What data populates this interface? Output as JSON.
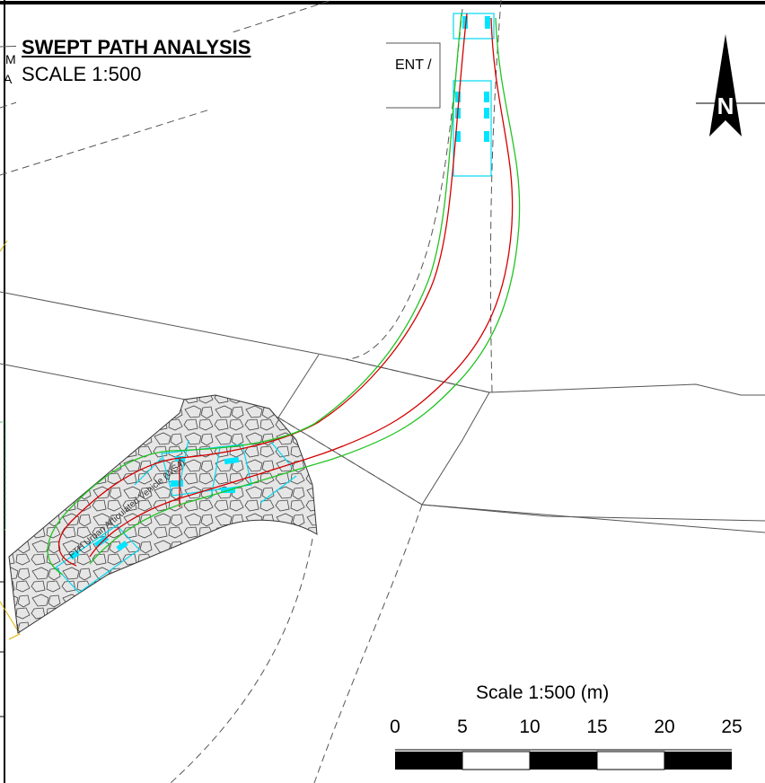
{
  "title": {
    "main": "SWEPT PATH ANALYSIS",
    "scale": "SCALE 1:500"
  },
  "edge_fragments": {
    "right_box": "ENT /",
    "left_top": "M",
    "left_bottom": "A"
  },
  "vehicle_label": "FTH Urban Articulated Vehicle (WS4)",
  "north_arrow": {
    "letter": "N",
    "icon": "north-arrow-icon"
  },
  "scale_bar": {
    "title": "Scale  1:500 (m)",
    "ticks": [
      "0",
      "5",
      "10",
      "15",
      "20",
      "25"
    ]
  },
  "colors": {
    "path_red": "#d40000",
    "path_green": "#22c322",
    "vehicle_cyan": "#00e5ff",
    "pavement_fill": "#e8e8e8",
    "linework": "#555555"
  }
}
